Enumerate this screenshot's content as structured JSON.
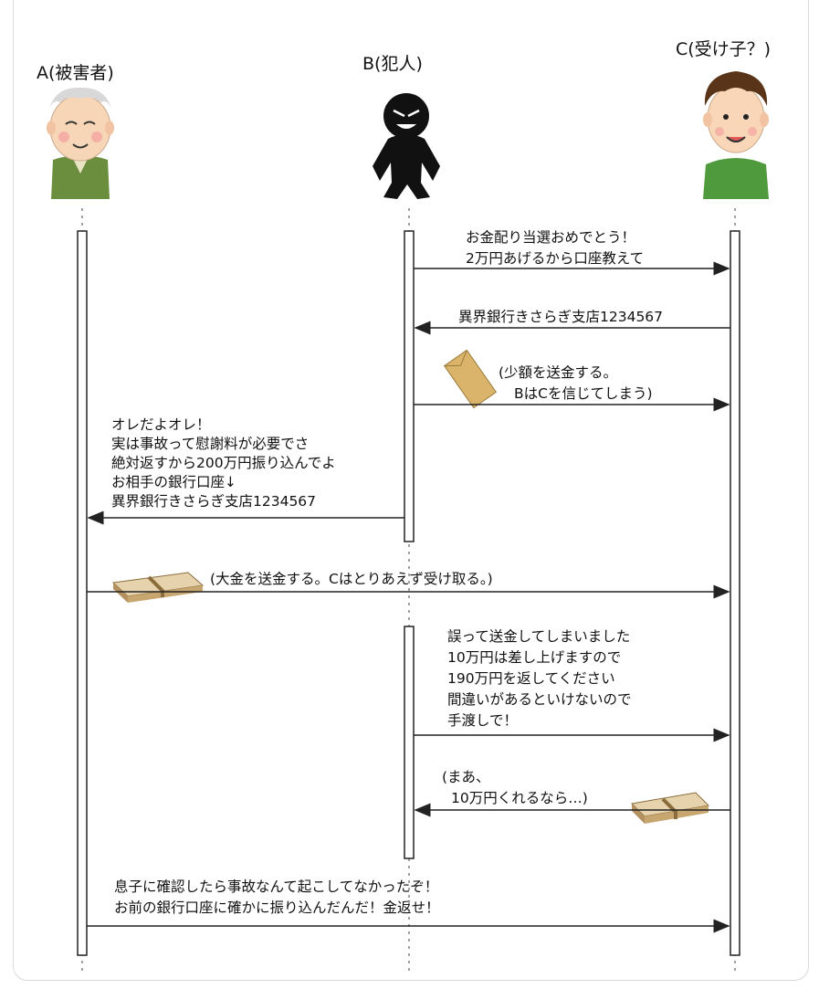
{
  "actors": {
    "a": "A(被害者)",
    "b": "B(犯人)",
    "c": "C(受け子？)"
  },
  "messages": {
    "m1": [
      "お金配り当選おめでとう！",
      "2万円あげるから口座教えて"
    ],
    "m2": [
      "異界銀行きさらぎ支店1234567"
    ],
    "m3": [
      "(少額を送金する。",
      "BはCを信じてしまう)"
    ],
    "m4": [
      "オレだよオレ！",
      "実は事故って慰謝料が必要でさ",
      "絶対返すから200万円振り込んでよ",
      "お相手の銀行口座↓",
      "異界銀行きさらぎ支店1234567"
    ],
    "m5": [
      "(大金を送金する。Cはとりあえず受け取る。)"
    ],
    "m6": [
      "誤って送金してしまいました",
      "10万円は差し上げますので",
      "190万円を返してください",
      "間違いがあるといけないので",
      "手渡しで！"
    ],
    "m7": [
      "(まあ、",
      "10万円くれるなら…)"
    ],
    "m8": [
      "息子に確認したら事故なんて起こしてなかったぞ！",
      "お前の銀行口座に確かに振り込んだんだ！金返せ！"
    ]
  },
  "colors": {
    "line": "#222222",
    "envelope": "#d9b46a",
    "envelope_dark": "#9b7a3a",
    "cash": "#c8b38a",
    "cash_band": "#a8874f",
    "elder_shirt": "#6b8e3e",
    "young_shirt": "#4f9a3c"
  },
  "icons": {
    "victim": "elderly-man-icon",
    "criminal": "black-silhouette-villain-icon",
    "receiver": "young-man-icon",
    "envelope": "envelope-icon",
    "cash": "cash-bundle-icon"
  }
}
